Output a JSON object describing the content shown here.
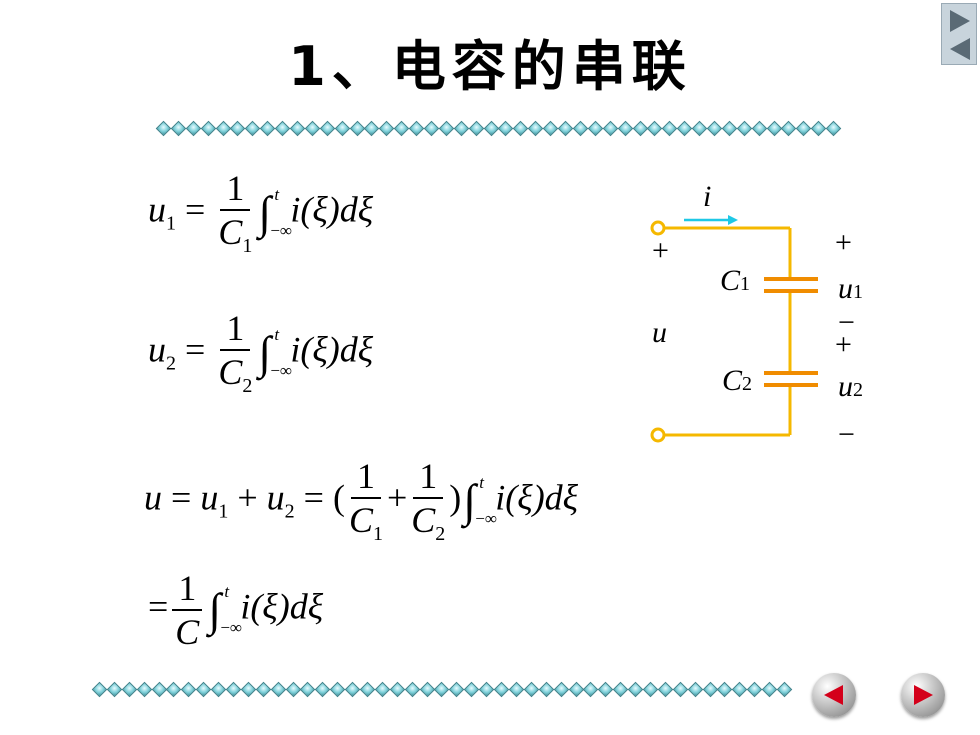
{
  "title": "1、电容的串联",
  "formulas": {
    "u1": {
      "lhs": "u",
      "lhs_sub": "1",
      "num": "1",
      "den": "C",
      "den_sub": "1",
      "int_upper": "t",
      "int_lower": "−∞",
      "integrand": "i(ξ)dξ"
    },
    "u2": {
      "lhs": "u",
      "lhs_sub": "2",
      "num": "1",
      "den": "C",
      "den_sub": "2",
      "int_upper": "t",
      "int_lower": "−∞",
      "integrand": "i(ξ)dξ"
    },
    "sum": {
      "lhs": "u",
      "eq": "=",
      "t1": "u",
      "t1_sub": "1",
      "plus": "+",
      "t2": "u",
      "t2_sub": "2",
      "open": "(",
      "num1": "1",
      "den1": "C",
      "den1_sub": "1",
      "num2": "1",
      "den2": "C",
      "den2_sub": "2",
      "close": ")",
      "int_upper": "t",
      "int_lower": "−∞",
      "integrand": "i(ξ)dξ"
    },
    "total": {
      "eq": "=",
      "num": "1",
      "den": "C",
      "int_upper": "t",
      "int_lower": "−∞",
      "integrand": "i(ξ)dξ"
    }
  },
  "circuit": {
    "current": "i",
    "plus_left": "+",
    "voltage": "u",
    "c1": "C",
    "c1_sub": "1",
    "c2": "C",
    "c2_sub": "2",
    "u1": "u",
    "u1_sub": "1",
    "u2": "u",
    "u2_sub": "2",
    "plus1": "+",
    "minus1": "−",
    "plus2": "+",
    "minus2": "−",
    "wire_color": "#f5b800",
    "cap_color": "#f08c00",
    "arrow_color": "#1ec8e6"
  },
  "nav": {
    "corner_next_icon": "play-right-icon",
    "corner_prev_icon": "play-left-icon",
    "prev_icon": "left-arrow-icon",
    "next_icon": "right-arrow-icon",
    "prev_color": "#d4001a",
    "next_color": "#d4001a"
  }
}
